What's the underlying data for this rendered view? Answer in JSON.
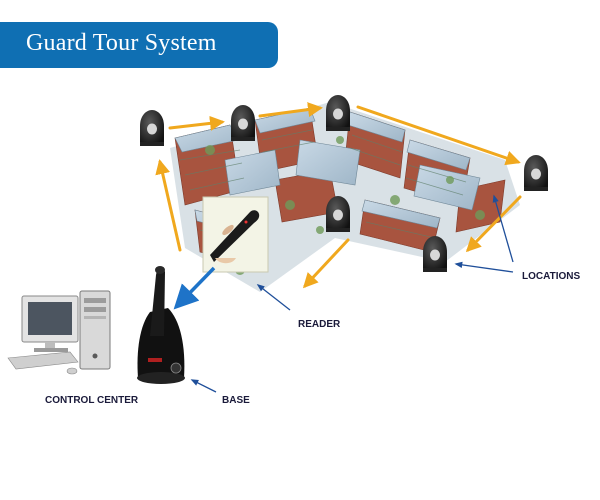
{
  "title": "Guard Tour System",
  "labels": {
    "locations": "LOCATIONS",
    "reader": "READER",
    "control_center": "CONTROL CENTER",
    "base": "BASE"
  },
  "colors": {
    "banner": "#0f6fb3",
    "route_arrow": "#f0a81e",
    "pointer_arrow": "#1f4f9a",
    "reader_link": "#1e73c8"
  },
  "icons": [
    "checkpoint-icon",
    "computer-icon",
    "reader-device-icon",
    "base-station-icon",
    "buildings-illustration"
  ]
}
